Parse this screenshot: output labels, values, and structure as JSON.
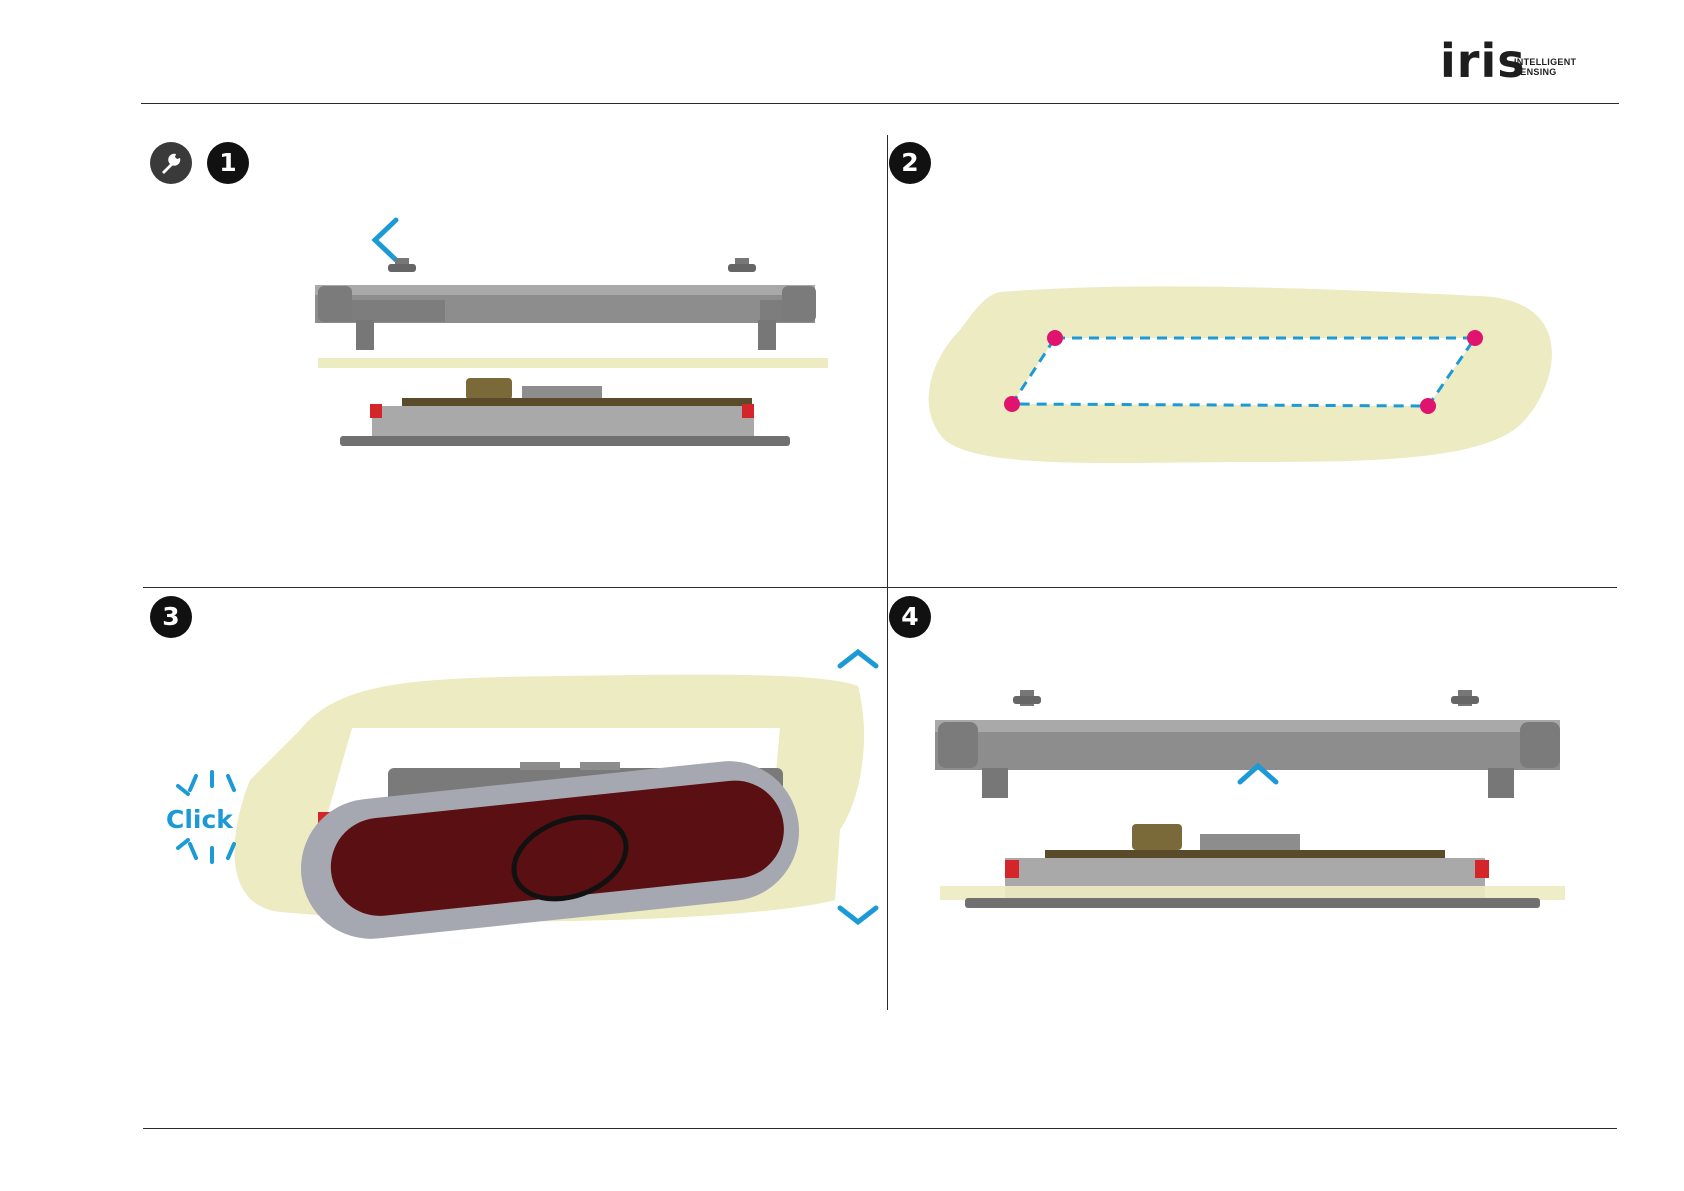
{
  "header": {
    "logo_word": "iris",
    "logo_sub_line1": "INTELLIGENT",
    "logo_sub_line2": "SENSING"
  },
  "steps": [
    {
      "number": "1",
      "tool_icon": "wrench-icon"
    },
    {
      "number": "2"
    },
    {
      "number": "3",
      "click_text": "Click"
    },
    {
      "number": "4"
    }
  ],
  "colors": {
    "accent_arrow": "#1b9ad6",
    "marker": "#e0136e",
    "gasket": "#ecebc2",
    "bar": "#8a8a8a",
    "lens": "#5a0f12"
  }
}
